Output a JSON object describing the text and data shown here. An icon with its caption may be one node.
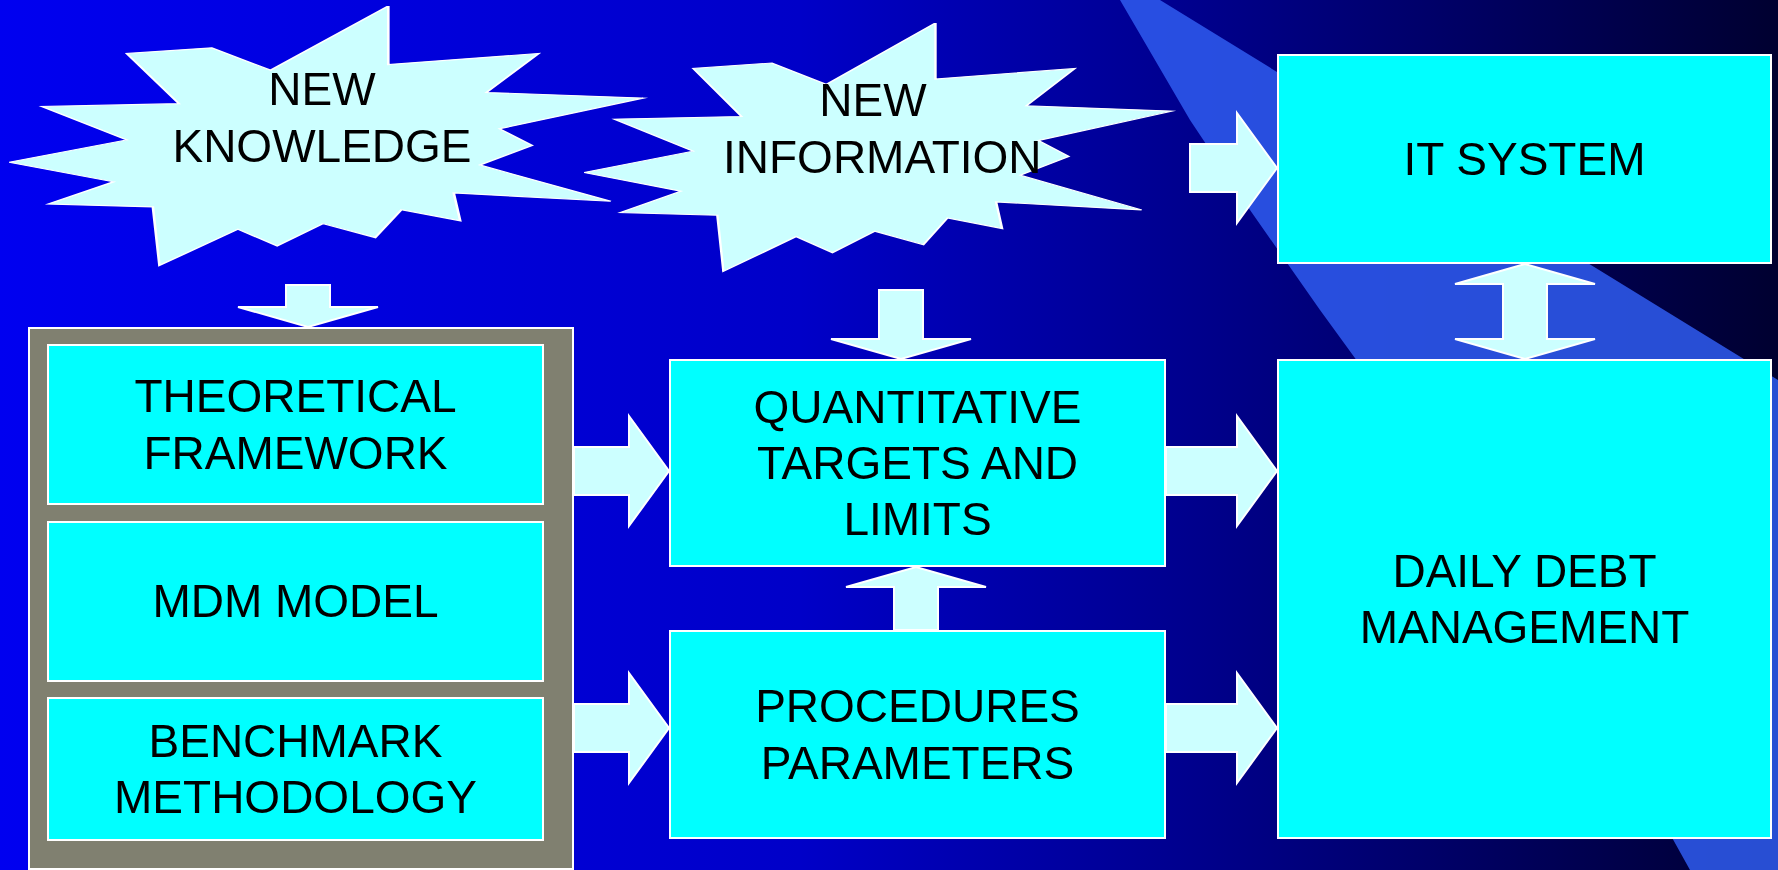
{
  "diagram": {
    "nodes": [
      {
        "text": [
          "NEW KNOWLEDGE"
        ]
      },
      {
        "text": [
          "NEW INFORMATION"
        ]
      },
      {
        "text": [
          "IT SYSTEM"
        ]
      },
      {
        "text": [],
        "shape": "box"
      },
      {
        "text": [
          "THEORETICAL FRAMEWORK"
        ],
        "in": 3
      },
      {
        "text": [
          "MDM MODEL"
        ],
        "in": 3
      },
      {
        "text": [
          "BENCHMARK METHODOLOGY"
        ],
        "in": 3
      },
      {
        "text": [
          "QUANTITATIVE TARGETS AND LIMITS"
        ]
      },
      {
        "text": [
          "PROCEDURES PARAMETERS"
        ]
      },
      {
        "text": [
          "DAILY DEBT MANAGEMENT"
        ]
      }
    ],
    "edges": [
      {
        "from": 0,
        "to": 3,
        "arrow": "to"
      },
      {
        "from": 1,
        "to": 7,
        "arrow": "to"
      },
      {
        "from": 1,
        "to": 2,
        "arrow": "to"
      },
      {
        "from": 3,
        "to": 7,
        "arrow": "to"
      },
      {
        "from": 3,
        "to": 8,
        "arrow": "to"
      },
      {
        "from": 8,
        "to": 7,
        "arrow": "to"
      },
      {
        "from": 7,
        "to": 9,
        "arrow": "to"
      },
      {
        "from": 8,
        "to": 9,
        "arrow": "to"
      },
      {
        "from": 2,
        "to": 9,
        "arrow": "both"
      }
    ]
  }
}
